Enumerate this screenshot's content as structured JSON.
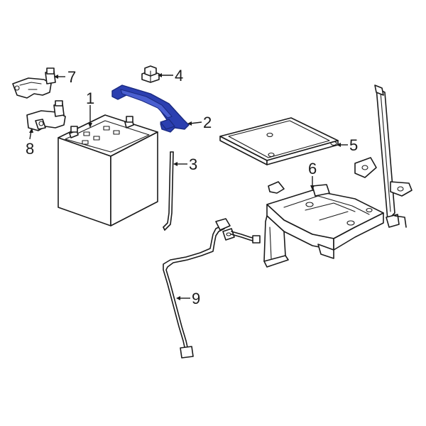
{
  "callouts": {
    "c1": "1",
    "c2": "2",
    "c3": "3",
    "c4": "4",
    "c5": "5",
    "c6": "6",
    "c7": "7",
    "c8": "8",
    "c9": "9"
  },
  "colors": {
    "highlight": "#2b3fb0",
    "line": "#1a1a1a",
    "background": "#ffffff"
  }
}
